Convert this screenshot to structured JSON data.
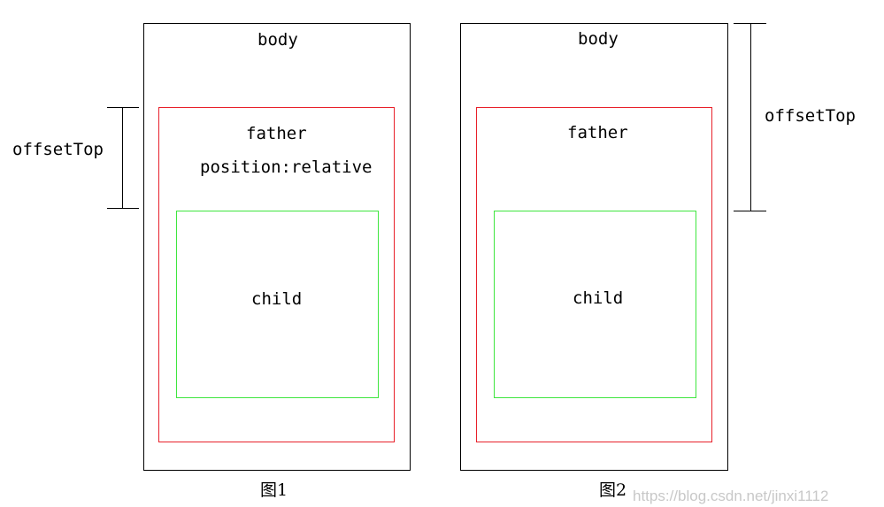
{
  "figure1": {
    "body_label": "body",
    "father_label": "father",
    "father_position": "position:relative",
    "child_label": "child",
    "measure_label": "offsetTop",
    "caption": "图1"
  },
  "figure2": {
    "body_label": "body",
    "father_label": "father",
    "child_label": "child",
    "measure_label": "offsetTop",
    "caption": "图2"
  },
  "watermark": "https://blog.csdn.net/jinxi1112",
  "colors": {
    "body_border": "#000000",
    "father_border": "#e8202a",
    "child_border": "#3ee63e",
    "watermark": "#c8c8c8"
  }
}
